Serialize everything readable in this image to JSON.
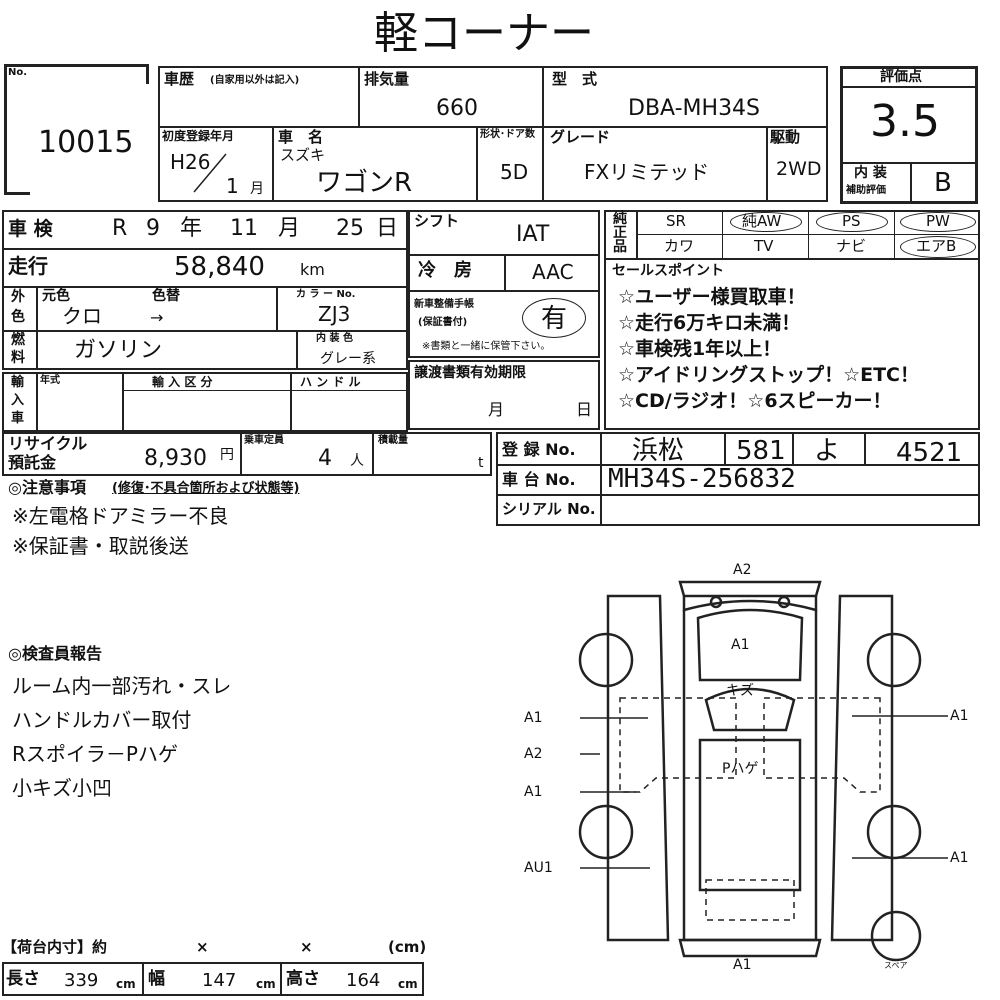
{
  "title": "軽コーナー",
  "no": {
    "label": "No.",
    "value": "10015"
  },
  "history": {
    "label": "車歴",
    "sub": "(自家用以外は記入)"
  },
  "displacement": {
    "label": "排気量",
    "value": "660"
  },
  "model": {
    "label": "型　式",
    "value": "DBA-MH34S"
  },
  "rating": {
    "label": "評価点",
    "value": "3.5",
    "interior_label_1": "内 装",
    "interior_label_2": "補助評価",
    "interior_value": "B"
  },
  "first_reg": {
    "label": "初度登録年月",
    "year": "H26",
    "month": "1",
    "month_unit": "月"
  },
  "car_name": {
    "label": "車　名",
    "maker": "スズキ",
    "value": "ワゴンR"
  },
  "body": {
    "label": "形状･ドア数",
    "value": "5D"
  },
  "grade": {
    "label": "グレード",
    "value": "FXリミテッド"
  },
  "drive": {
    "label": "駆動",
    "value": "2WD"
  },
  "inspection": {
    "label": "車 検",
    "era": "R",
    "year": "9",
    "year_unit": "年",
    "month": "11",
    "month_unit": "月",
    "day": "25",
    "day_unit": "日"
  },
  "shift": {
    "label": "シフト",
    "value": "IAT"
  },
  "equipment": {
    "label_1": "純",
    "label_2": "正",
    "label_3": "品",
    "row1": [
      "SR",
      "純AW",
      "PS",
      "PW"
    ],
    "row2": [
      "カワ",
      "TV",
      "ナビ",
      "エアB"
    ]
  },
  "mileage": {
    "label": "走行",
    "value": "58,840",
    "unit": "km"
  },
  "ac": {
    "label": "冷　房",
    "value": "AAC"
  },
  "sales": {
    "label": "セールスポイント",
    "lines": [
      "☆ユーザー様買取車！",
      "☆走行6万キロ未満！",
      "☆車検残1年以上！",
      "☆アイドリングストップ！☆ETC！",
      "☆CD/ラジオ！☆6スピーカー！"
    ]
  },
  "color": {
    "side_1": "外",
    "side_2": "色",
    "orig_label": "元色",
    "change_label": "色替",
    "orig": "クロ",
    "change": "→",
    "color_no_label": "カ ラ ー No.",
    "color_no": "ZJ3"
  },
  "warranty": {
    "label_1": "新車整備手帳",
    "label_2": "(保証書付)",
    "value": "有",
    "note": "※書類と一緒に保管下さい。"
  },
  "fuel": {
    "label_1": "燃",
    "label_2": "料",
    "value": "ガソリン",
    "interior_color_label": "内 装 色",
    "interior_color": "グレー系"
  },
  "doc_expiry": {
    "label": "譲渡書類有効期限",
    "month": "月",
    "day": "日"
  },
  "import": {
    "side": [
      "輸",
      "入",
      "車"
    ],
    "year_label": "年式",
    "type_label": "輸 入 区 分",
    "handle_label": "ハ ン ド ル"
  },
  "recycle": {
    "label_1": "リサイクル",
    "label_2": "預託金",
    "value": "8,930",
    "unit": "円"
  },
  "capacity": {
    "label": "乗車定員",
    "value": "4",
    "unit": "人"
  },
  "load": {
    "label": "積載量",
    "unit": "t"
  },
  "registration": {
    "label": "登 録 No.",
    "area": "浜松",
    "class": "581",
    "kana": "よ",
    "number": "4521"
  },
  "chassis": {
    "label": "車 台 No.",
    "value": "MH34S-256832"
  },
  "serial": {
    "label": "シリアル No."
  },
  "notes": {
    "header": "◎注意事項",
    "header_sub": "(修復･不具合箇所および状態等)",
    "lines": [
      "※左電格ドアミラー不良",
      "※保証書・取説後送"
    ]
  },
  "inspector": {
    "header": "◎検査員報告",
    "lines": [
      "ルーム内一部汚れ・スレ",
      "ハンドルカバー取付",
      "Rスポイラ－Pハゲ",
      "小キズ小凹"
    ]
  },
  "diagram": {
    "top": "A2",
    "bottom": "A1",
    "hood": "A1",
    "roof_box": "キズ",
    "roof": "Pハゲ",
    "left": [
      "A1",
      "A2",
      "A1",
      "AU1"
    ],
    "right": [
      "A1",
      "A1"
    ],
    "spare": "スペア"
  },
  "cargo": {
    "label": "【荷台内寸】約",
    "x1": "×",
    "x2": "×",
    "unit_header": "(cm)",
    "length_label": "長さ",
    "length": "339",
    "width_label": "幅",
    "width": "147",
    "height_label": "高さ",
    "height": "164",
    "unit": "cm"
  }
}
